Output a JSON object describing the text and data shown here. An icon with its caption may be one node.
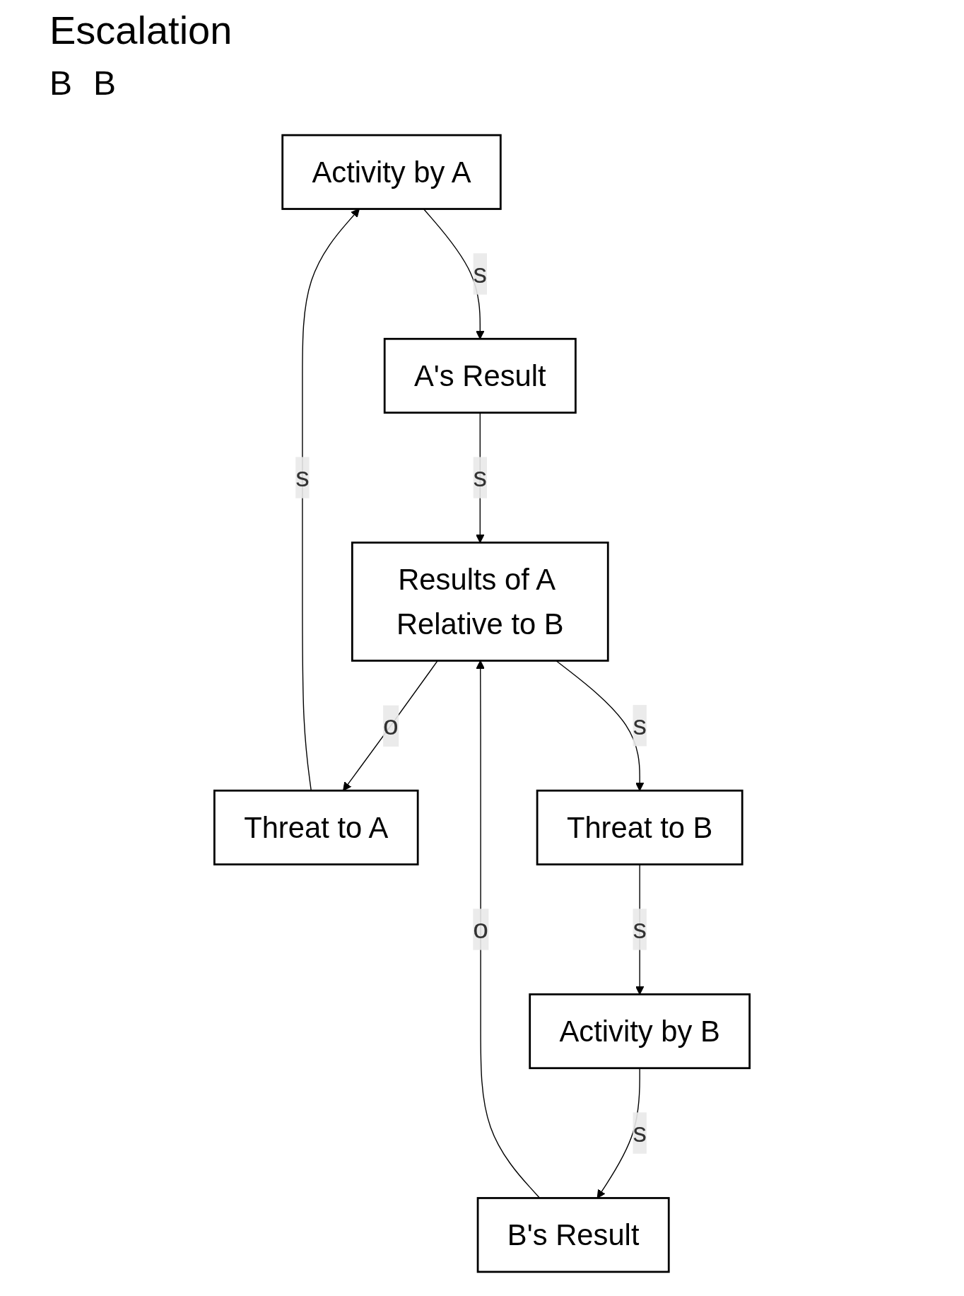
{
  "diagram": {
    "title": "Escalation",
    "nodes": [
      {
        "text": [
          "Activity by A"
        ]
      },
      {
        "text": [
          "Threat to A"
        ]
      },
      {
        "text": [
          "A's Result"
        ]
      },
      {
        "text": [
          "Results of A Relative to B"
        ]
      },
      {
        "text": [
          "Threat to B"
        ]
      },
      {
        "text": [
          "B's Result"
        ]
      },
      {
        "text": [
          "Activity by B"
        ]
      }
    ],
    "edges": [
      {
        "from": 1,
        "to": 0,
        "arrow": "to",
        "label": "s"
      },
      {
        "from": 0,
        "to": 2,
        "arrow": "to",
        "label": "s"
      },
      {
        "from": 2,
        "to": 3,
        "arrow": "to",
        "label": "s"
      },
      {
        "from": 3,
        "to": 1,
        "arrow": "to",
        "label": "o"
      },
      {
        "from": 3,
        "to": 4,
        "arrow": "to",
        "label": "s"
      },
      {
        "from": 5,
        "to": 3,
        "arrow": "to",
        "label": "o"
      },
      {
        "from": 4,
        "to": 6,
        "arrow": "to",
        "label": "s"
      },
      {
        "from": 6,
        "to": 5,
        "arrow": "to",
        "label": "s"
      }
    ],
    "labels": [
      "B",
      "B"
    ]
  }
}
